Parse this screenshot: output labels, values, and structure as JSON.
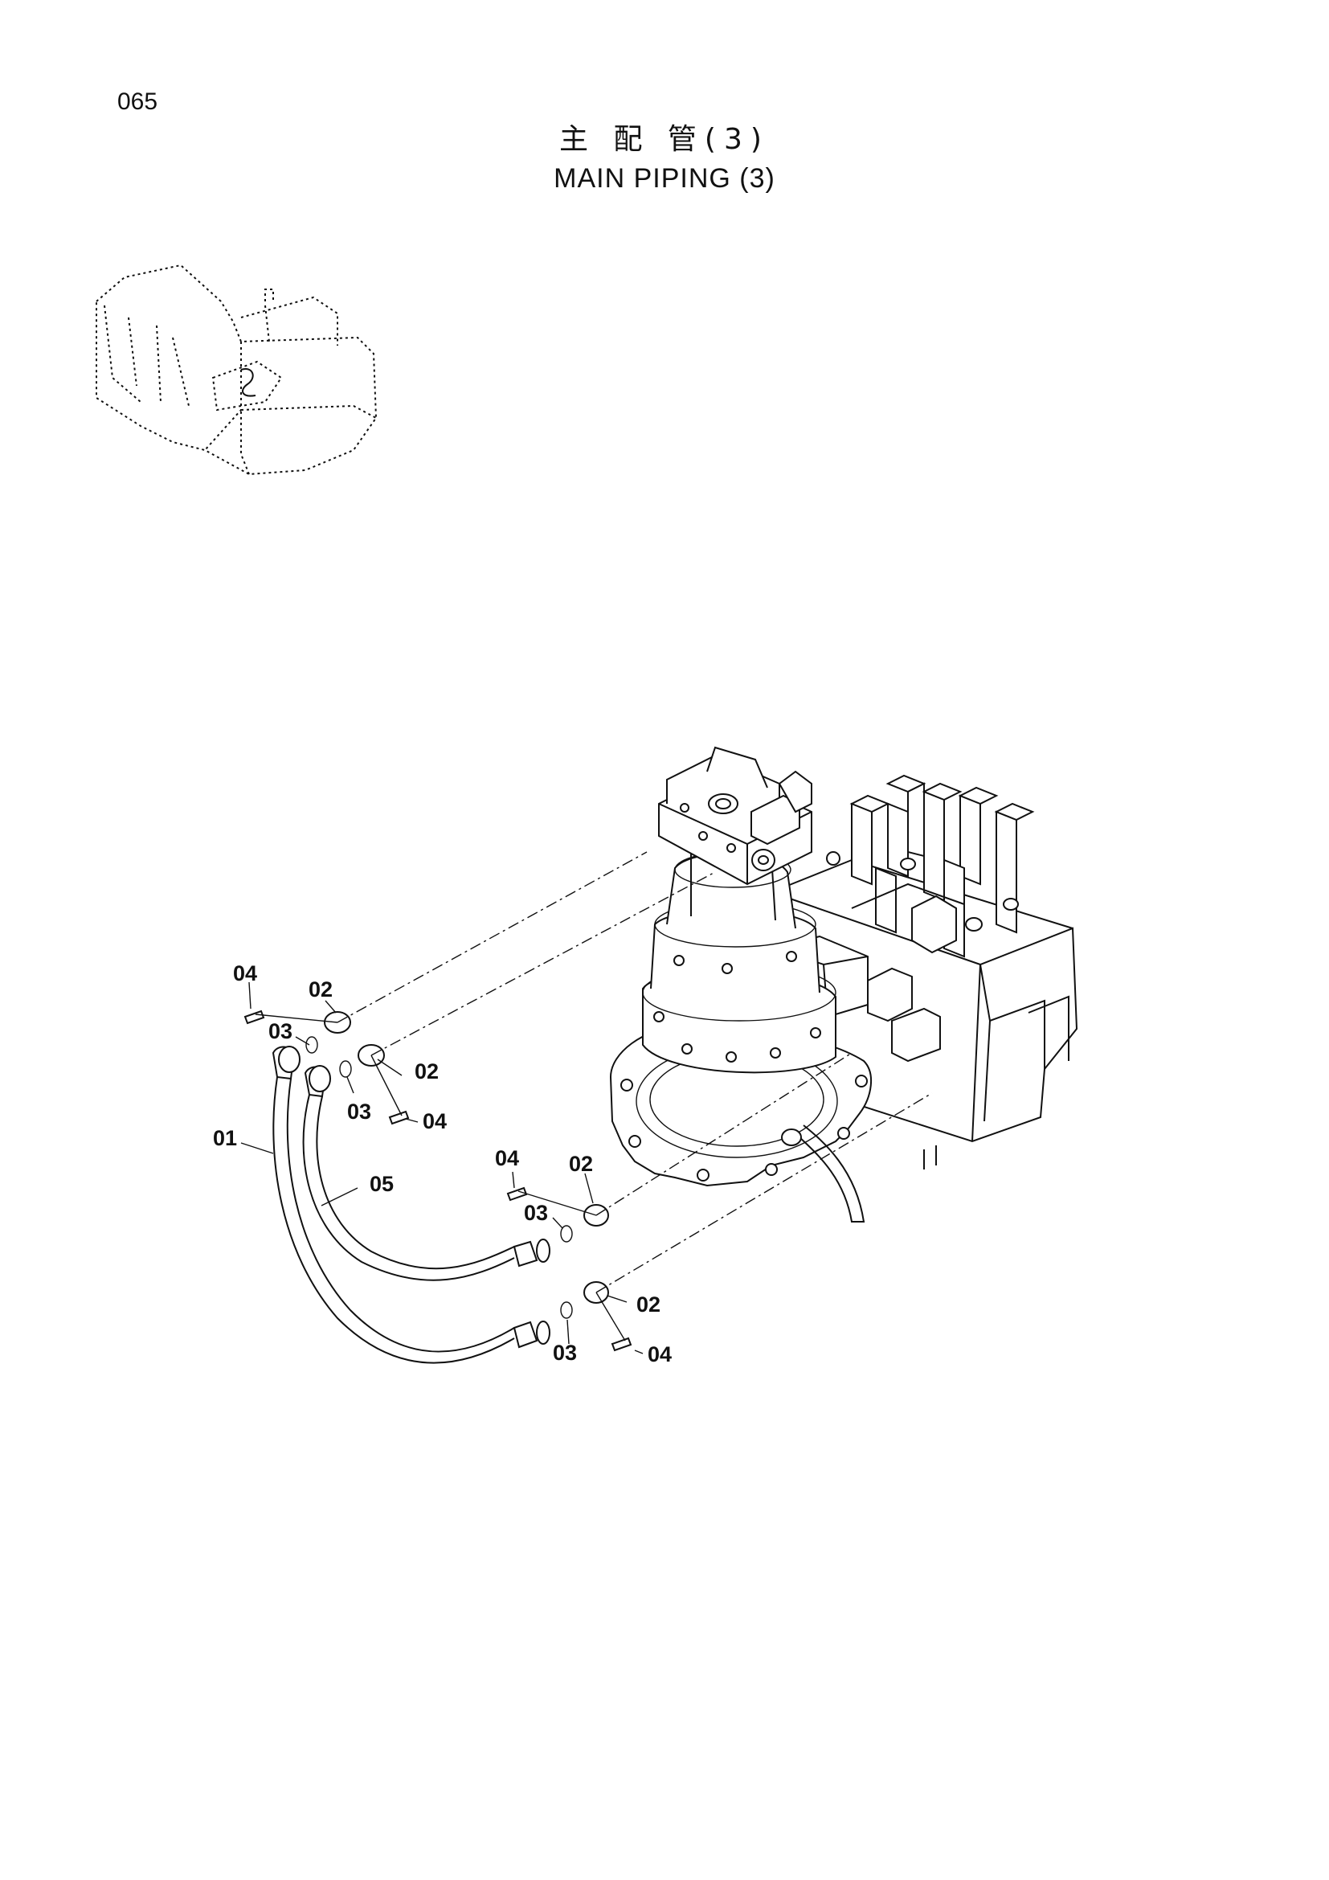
{
  "page": {
    "number": "065"
  },
  "title": {
    "japanese": "主 配 管(3)",
    "english": "MAIN  PIPING (3)"
  },
  "callouts": [
    {
      "id": "c04a",
      "text": "04"
    },
    {
      "id": "c02a",
      "text": "02"
    },
    {
      "id": "c03a",
      "text": "03"
    },
    {
      "id": "c02b",
      "text": "02"
    },
    {
      "id": "c03b",
      "text": "03"
    },
    {
      "id": "c04b",
      "text": "04"
    },
    {
      "id": "c01",
      "text": "01"
    },
    {
      "id": "c05",
      "text": "05"
    },
    {
      "id": "c04c",
      "text": "04"
    },
    {
      "id": "c02c",
      "text": "02"
    },
    {
      "id": "c03c",
      "text": "03"
    },
    {
      "id": "c02d",
      "text": "02"
    },
    {
      "id": "c03d",
      "text": "03"
    },
    {
      "id": "c04d",
      "text": "04"
    }
  ]
}
